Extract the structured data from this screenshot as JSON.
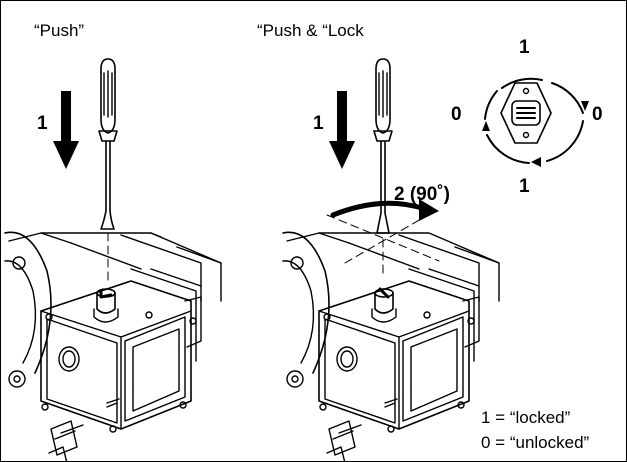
{
  "captions": {
    "left": "“Push”",
    "right": "“Push & “Lock"
  },
  "steps": {
    "left_push": "1",
    "right_push": "1",
    "rotate": "2 (90˚)"
  },
  "dial": {
    "top": "1",
    "bottom": "1",
    "left": "0",
    "right": "0"
  },
  "legend": {
    "locked": "1 = “locked”",
    "unlocked": "0 = “unlocked”"
  }
}
